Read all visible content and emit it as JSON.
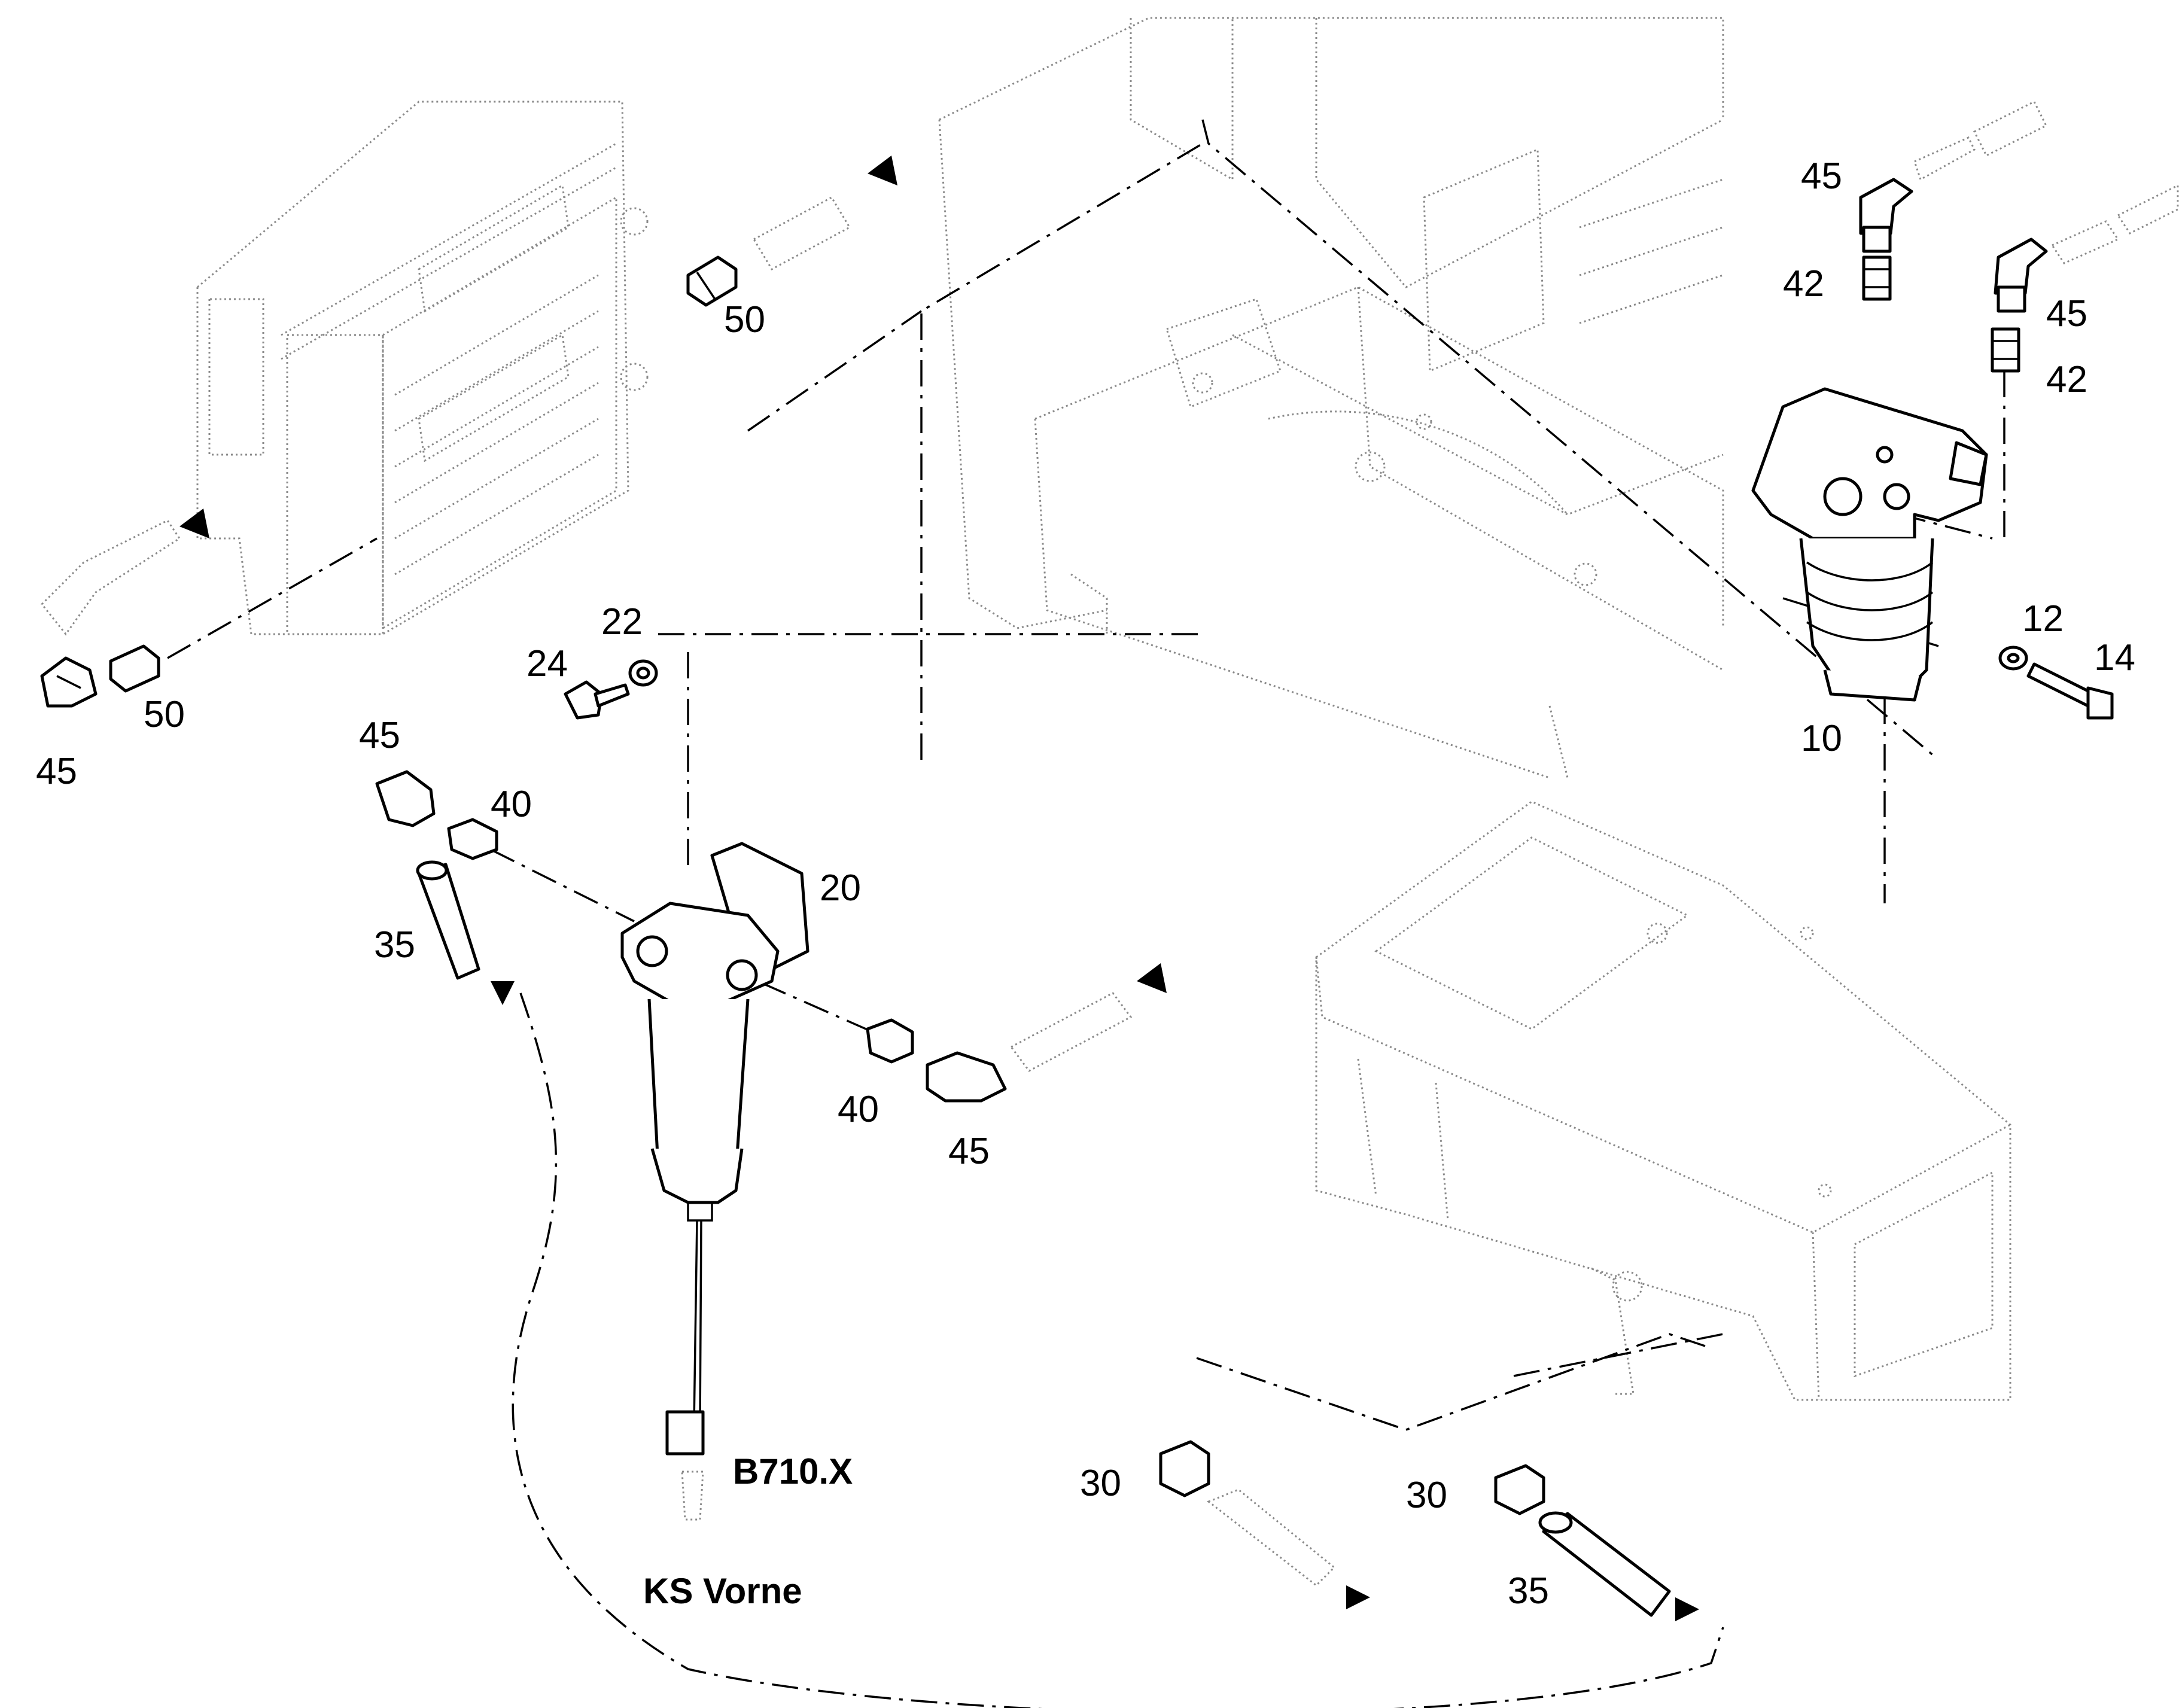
{
  "diagram": {
    "callouts": {
      "c45_top_right": "45",
      "c42_top_right": "42",
      "c45_right": "45",
      "c42_right": "42",
      "c12": "12",
      "c14": "14",
      "c10": "10",
      "c50_upper": "50",
      "c45_left": "45",
      "c50_lower": "50",
      "c22": "22",
      "c24": "24",
      "c45_mid_left": "45",
      "c40_mid_left": "40",
      "c35_left": "35",
      "c20": "20",
      "c40_mid": "40",
      "c45_mid": "45",
      "c30_left": "30",
      "c30_right": "30",
      "c35_right": "35"
    },
    "connector_label": "B710.X",
    "connector_location": "KS Vorne"
  }
}
